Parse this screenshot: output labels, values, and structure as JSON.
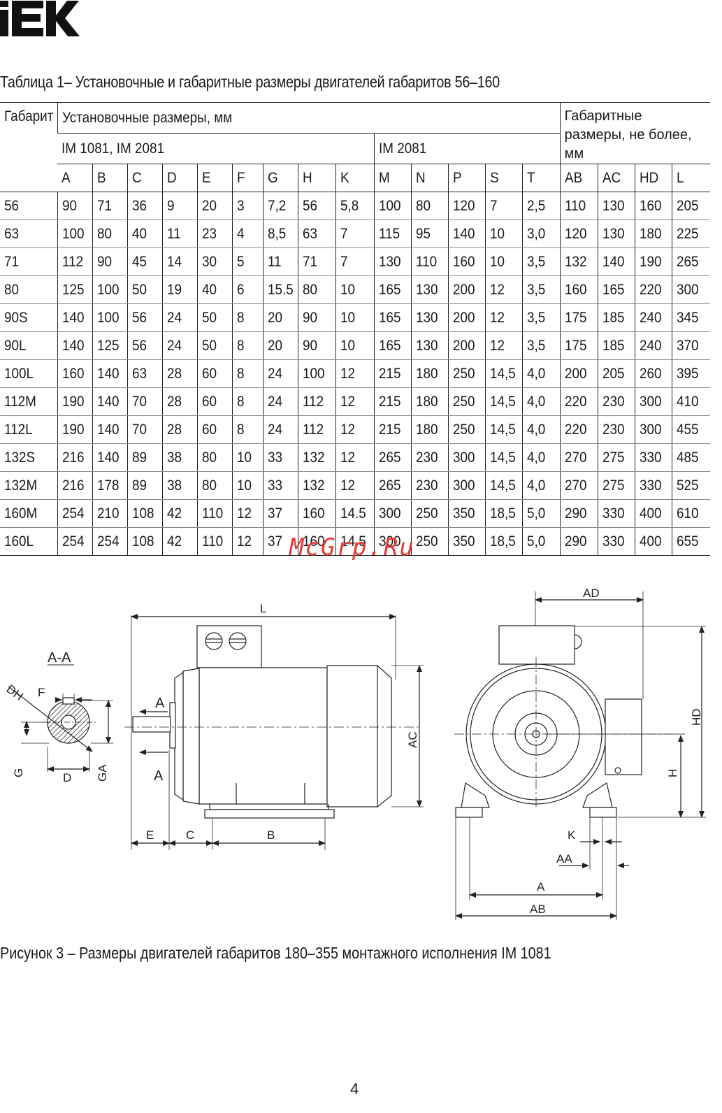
{
  "brand": {
    "logo_text": "IEK"
  },
  "table_title": "Таблица 1– Установочные и габаритные размеры двигателей габаритов 56–160",
  "table": {
    "header": {
      "size_col": "Габарит",
      "mounting_group": "Установочные размеры, мм",
      "overall_group": "Габаритные размеры, не более, мм",
      "sub_im1081": "IM 1081, IM 2081",
      "sub_im2081": "IM 2081",
      "columns": [
        "A",
        "B",
        "C",
        "D",
        "E",
        "F",
        "G",
        "H",
        "K",
        "M",
        "N",
        "P",
        "S",
        "T",
        "AB",
        "AC",
        "HD",
        "L"
      ]
    },
    "rows": [
      [
        "56",
        "90",
        "71",
        "36",
        "9",
        "20",
        "3",
        "7,2",
        "56",
        "5,8",
        "100",
        "80",
        "120",
        "7",
        "2,5",
        "110",
        "130",
        "160",
        "205"
      ],
      [
        "63",
        "100",
        "80",
        "40",
        "11",
        "23",
        "4",
        "8,5",
        "63",
        "7",
        "115",
        "95",
        "140",
        "10",
        "3,0",
        "120",
        "130",
        "180",
        "225"
      ],
      [
        "71",
        "112",
        "90",
        "45",
        "14",
        "30",
        "5",
        "11",
        "71",
        "7",
        "130",
        "110",
        "160",
        "10",
        "3,5",
        "132",
        "140",
        "190",
        "265"
      ],
      [
        "80",
        "125",
        "100",
        "50",
        "19",
        "40",
        "6",
        "15.5",
        "80",
        "10",
        "165",
        "130",
        "200",
        "12",
        "3,5",
        "160",
        "165",
        "220",
        "300"
      ],
      [
        "90S",
        "140",
        "100",
        "56",
        "24",
        "50",
        "8",
        "20",
        "90",
        "10",
        "165",
        "130",
        "200",
        "12",
        "3,5",
        "175",
        "185",
        "240",
        "345"
      ],
      [
        "90L",
        "140",
        "125",
        "56",
        "24",
        "50",
        "8",
        "20",
        "90",
        "10",
        "165",
        "130",
        "200",
        "12",
        "3,5",
        "175",
        "185",
        "240",
        "370"
      ],
      [
        "100L",
        "160",
        "140",
        "63",
        "28",
        "60",
        "8",
        "24",
        "100",
        "12",
        "215",
        "180",
        "250",
        "14,5",
        "4,0",
        "200",
        "205",
        "260",
        "395"
      ],
      [
        "112M",
        "190",
        "140",
        "70",
        "28",
        "60",
        "8",
        "24",
        "112",
        "12",
        "215",
        "180",
        "250",
        "14,5",
        "4,0",
        "220",
        "230",
        "300",
        "410"
      ],
      [
        "112L",
        "190",
        "140",
        "70",
        "28",
        "60",
        "8",
        "24",
        "112",
        "12",
        "215",
        "180",
        "250",
        "14,5",
        "4,0",
        "220",
        "230",
        "300",
        "455"
      ],
      [
        "132S",
        "216",
        "140",
        "89",
        "38",
        "80",
        "10",
        "33",
        "132",
        "12",
        "265",
        "230",
        "300",
        "14,5",
        "4,0",
        "270",
        "275",
        "330",
        "485"
      ],
      [
        "132M",
        "216",
        "178",
        "89",
        "38",
        "80",
        "10",
        "33",
        "132",
        "12",
        "265",
        "230",
        "300",
        "14,5",
        "4,0",
        "270",
        "275",
        "330",
        "525"
      ],
      [
        "160M",
        "254",
        "210",
        "108",
        "42",
        "110",
        "12",
        "37",
        "160",
        "14.5",
        "300",
        "250",
        "350",
        "18,5",
        "5,0",
        "290",
        "330",
        "400",
        "610"
      ],
      [
        "160L",
        "254",
        "254",
        "108",
        "42",
        "110",
        "12",
        "37",
        "160",
        "14.5",
        "300",
        "250",
        "350",
        "18,5",
        "5,0",
        "290",
        "330",
        "400",
        "655"
      ]
    ]
  },
  "watermark": "McGrp.Ru",
  "drawing": {
    "section_title": "A-A",
    "labels": {
      "DH": "DH",
      "F": "F",
      "G": "G",
      "D": "D",
      "GA": "GA",
      "L": "L",
      "A_top": "A",
      "A_bottom": "A",
      "AC": "AC",
      "E": "E",
      "C": "C",
      "B": "B",
      "AD": "AD",
      "HD": "HD",
      "H": "H",
      "K": "K",
      "AA": "AA",
      "A_front": "A",
      "AB": "AB"
    }
  },
  "caption": "Рисунок 3 – Размеры двигателей габаритов 180–355 монтажного исполнения  IM 1081",
  "page_number": "4"
}
